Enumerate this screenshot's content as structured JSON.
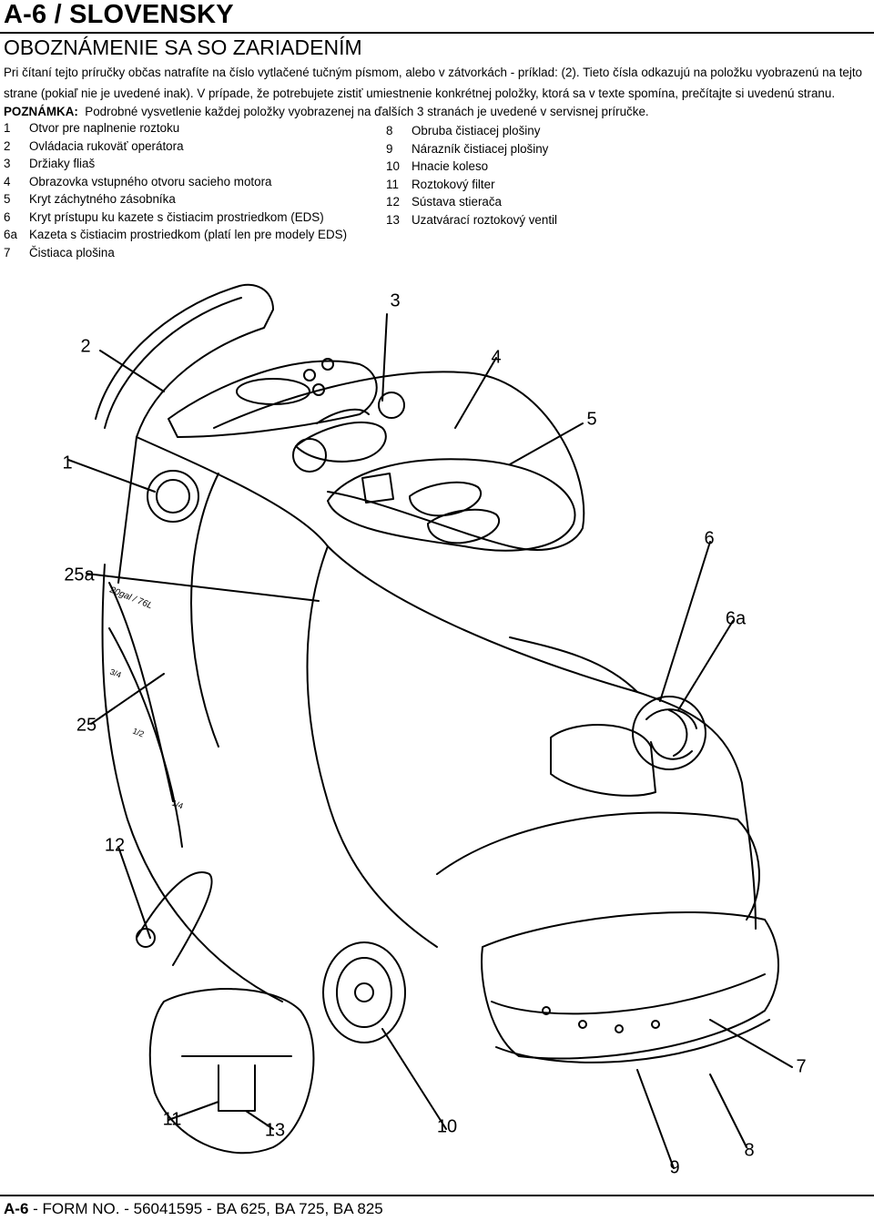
{
  "header": {
    "page_title": "A-6 / SLOVENSKY",
    "section_title": "OBOZNÁMENIE SA SO ZARIADENÍM"
  },
  "intro": {
    "text": "Pri čítaní tejto príručky občas natrafíte na číslo vytlačené tučným písmom, alebo v zátvorkách - príklad: (2).  Tieto čísla odkazujú na položku vyobrazenú na tejto strane (pokiaľ nie je uvedené inak).  V prípade, že potrebujete zistiť umiestnenie konkrétnej položky, ktorá sa v texte spomína, prečítajte si uvedenú stranu."
  },
  "note": {
    "label": "POZNÁMKA:",
    "text": "Podrobné vysvetlenie každej položky vyobrazenej na ďalších 3 stranách je uvedené v servisnej príručke."
  },
  "parts_left": [
    {
      "num": "1",
      "name": "Otvor pre naplnenie roztoku"
    },
    {
      "num": "2",
      "name": "Ovládacia rukoväť operátora"
    },
    {
      "num": "3",
      "name": "Držiaky fliaš"
    },
    {
      "num": "4",
      "name": "Obrazovka vstupného otvoru sacieho motora"
    },
    {
      "num": "5",
      "name": "Kryt záchytného zásobníka"
    },
    {
      "num": "6",
      "name": "Kryt prístupu ku kazete s čistiacim prostriedkom (EDS)"
    },
    {
      "num": "6a",
      "name": "Kazeta s čistiacim prostriedkom (platí len pre modely EDS)"
    },
    {
      "num": "7",
      "name": "Čistiaca plošina"
    }
  ],
  "parts_right": [
    {
      "num": "8",
      "name": "Obruba čistiacej plošiny"
    },
    {
      "num": "9",
      "name": "Nárazník čistiacej plošiny"
    },
    {
      "num": "10",
      "name": "Hnacie koleso"
    },
    {
      "num": "11",
      "name": "Roztokový filter"
    },
    {
      "num": "12",
      "name": "Sústava stierača"
    },
    {
      "num": "13",
      "name": "Uzatvárací roztokový ventil"
    }
  ],
  "callouts": [
    {
      "label": "3"
    },
    {
      "label": "2"
    },
    {
      "label": "4"
    },
    {
      "label": "5"
    },
    {
      "label": "1"
    },
    {
      "label": "6"
    },
    {
      "label": "25a"
    },
    {
      "label": "6a"
    },
    {
      "label": "25"
    },
    {
      "label": "12"
    },
    {
      "label": "7"
    },
    {
      "label": "11"
    },
    {
      "label": "13"
    },
    {
      "label": "10"
    },
    {
      "label": "9"
    },
    {
      "label": "8"
    }
  ],
  "drawing_marks": {
    "gauge_top": "20gal / 76L",
    "gauge_3_4": "3/4",
    "gauge_1_2": "1/2",
    "gauge_1_4": "1/4"
  },
  "footer": {
    "page_ref": "A-6",
    "text": " - FORM NO. - 56041595 - BA 625, BA 725, BA 825"
  }
}
